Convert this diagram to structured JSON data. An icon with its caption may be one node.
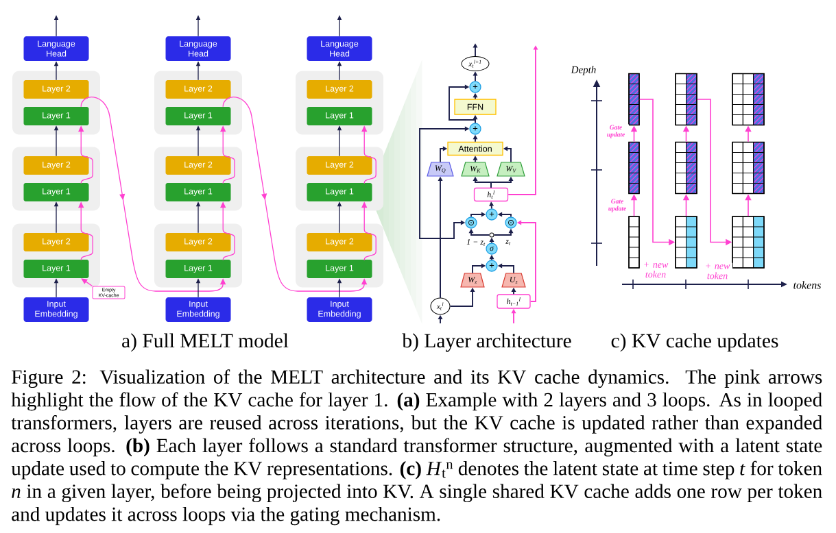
{
  "diagram": {
    "caption": "Figure 2: Visualization of the MELT architecture and its KV cache dynamics. The pink arrows highlight the flow of the KV cache for layer 1. **(a)** Example with 2 layers and 3 loops. As in looped transformers, layers are reused across iterations, but the KV cache is updated rather than expanded across loops. **(b)** Each layer follows a standard transformer structure, augmented with a latent state update used to compute the KV representations. **(c)** *H*$_{t}$$^{n}$ denotes the latent state at time step *t* for token *n* in a given layer, before being projected into KV. A single shared KV cache adds one row per token and updates it across loops via the gating mechanism.",
    "nodes": [
      {
        "text": [
          "Language Head"
        ]
      },
      {
        "text": [],
        "shape": "box"
      },
      {
        "text": [
          "Layer 2"
        ],
        "in": 1
      },
      {
        "text": [
          "Layer 1"
        ],
        "in": 1
      },
      {
        "text": [],
        "shape": "box"
      },
      {
        "text": [
          "Layer 2"
        ],
        "in": 4
      },
      {
        "text": [
          "Layer 1"
        ],
        "in": 4
      },
      {
        "text": [],
        "shape": "box"
      },
      {
        "text": [
          "Layer 2"
        ],
        "in": 7
      },
      {
        "text": [
          "Layer 1"
        ],
        "in": 7
      },
      {
        "text": [
          "Input Embedding"
        ]
      },
      {
        "text": [
          "Empty KV-cache"
        ]
      },
      {
        "text": [
          "Language Head"
        ]
      },
      {
        "text": [],
        "shape": "box"
      },
      {
        "text": [
          "Layer 2"
        ],
        "in": 13
      },
      {
        "text": [
          "Layer 1"
        ],
        "in": 13
      },
      {
        "text": [],
        "shape": "box"
      },
      {
        "text": [
          "Layer 2"
        ],
        "in": 16
      },
      {
        "text": [
          "Layer 1"
        ],
        "in": 16
      },
      {
        "text": [],
        "shape": "box"
      },
      {
        "text": [
          "Layer 2"
        ],
        "in": 19
      },
      {
        "text": [
          "Layer 1"
        ],
        "in": 19
      },
      {
        "text": [
          "Input Embedding"
        ]
      },
      {
        "text": [
          "Language Head"
        ]
      },
      {
        "text": [],
        "shape": "box"
      },
      {
        "text": [
          "Layer 2"
        ],
        "in": 24
      },
      {
        "text": [
          "Layer 1"
        ],
        "in": 24
      },
      {
        "text": [],
        "shape": "box"
      },
      {
        "text": [
          "Layer 2"
        ],
        "in": 27
      },
      {
        "text": [
          "Layer 1"
        ],
        "in": 27
      },
      {
        "text": [],
        "shape": "box"
      },
      {
        "text": [
          "Layer 2"
        ],
        "in": 30
      },
      {
        "text": [
          "Layer 1"
        ],
        "in": 30
      },
      {
        "text": [
          "Input Embedding"
        ]
      },
      {
        "text": [
          "x$_{t}$$^{l+1}$"
        ]
      },
      {
        "text": [
          "+"
        ]
      },
      {
        "text": [
          "FFN"
        ]
      },
      {
        "text": [
          "+"
        ]
      },
      {
        "text": [
          "Attention"
        ]
      },
      {
        "text": [
          "W$_{Q}$"
        ]
      },
      {
        "text": [
          "W$_{K}$"
        ]
      },
      {
        "text": [
          "W$_{V}$"
        ]
      },
      {
        "text": [
          "h$_{t}$$^{l}$"
        ]
      },
      {
        "text": [
          "+"
        ]
      },
      {
        "text": [
          "⊙"
        ]
      },
      {
        "text": [
          "⊙"
        ]
      },
      {
        "text": [],
        "shape": "circle"
      },
      {
        "text": [
          "σ"
        ]
      },
      {
        "text": [
          "+"
        ]
      },
      {
        "text": [
          "W$_{z}$"
        ]
      },
      {
        "text": [
          "U$_{z}$"
        ]
      },
      {
        "text": [
          "x$_{t}$$^{l}$"
        ]
      },
      {
        "text": [
          "h$_{t−1}$$^{l}$"
        ]
      },
      {
        "text": [],
        "shape": "grid"
      },
      {
        "text": [],
        "shape": "grid"
      },
      {
        "text": [],
        "shape": "grid"
      },
      {
        "text": [],
        "shape": "grid"
      },
      {
        "text": [],
        "shape": "grid"
      },
      {
        "text": [],
        "shape": "grid"
      },
      {
        "text": [],
        "shape": "grid"
      },
      {
        "text": [],
        "shape": "grid"
      },
      {
        "text": [],
        "shape": "grid"
      }
    ],
    "edges": [
      {
        "from": 10,
        "to": 9,
        "arrow": "to"
      },
      {
        "from": 8,
        "to": 6,
        "arrow": "to"
      },
      {
        "from": 5,
        "to": 3,
        "arrow": "to"
      },
      {
        "from": 2,
        "to": 0,
        "arrow": "to"
      },
      {
        "from": 0,
        "to": null,
        "arrow": "to"
      },
      {
        "from": 11,
        "to": 9,
        "arrow": "to",
        "color": "#ff40d0"
      },
      {
        "from": 9,
        "to": 6,
        "arrow": "to",
        "color": "#ff40d0"
      },
      {
        "from": 6,
        "to": 3,
        "arrow": "to",
        "color": "#ff40d0"
      },
      {
        "from": 3,
        "to": 21,
        "arrow": "to",
        "color": "#ff40d0"
      },
      {
        "from": 22,
        "to": 21,
        "arrow": "to"
      },
      {
        "from": 20,
        "to": 18,
        "arrow": "to"
      },
      {
        "from": 17,
        "to": 15,
        "arrow": "to"
      },
      {
        "from": 14,
        "to": 12,
        "arrow": "to"
      },
      {
        "from": 12,
        "to": null,
        "arrow": "to"
      },
      {
        "from": 21,
        "to": 18,
        "arrow": "to",
        "color": "#ff40d0"
      },
      {
        "from": 18,
        "to": 15,
        "arrow": "to",
        "color": "#ff40d0"
      },
      {
        "from": 15,
        "to": 32,
        "arrow": "to",
        "color": "#ff40d0"
      },
      {
        "from": 33,
        "to": 32,
        "arrow": "to"
      },
      {
        "from": 31,
        "to": 29,
        "arrow": "to"
      },
      {
        "from": 28,
        "to": 26,
        "arrow": "to"
      },
      {
        "from": 25,
        "to": 23,
        "arrow": "to"
      },
      {
        "from": 23,
        "to": null,
        "arrow": "to"
      },
      {
        "from": 32,
        "to": 29,
        "arrow": "to",
        "color": "#ff40d0"
      },
      {
        "from": 29,
        "to": 26,
        "arrow": "to",
        "color": "#ff40d0"
      },
      {
        "from": null,
        "to": 51,
        "arrow": "to"
      },
      {
        "from": 51,
        "to": 39,
        "arrow": "to"
      },
      {
        "from": 51,
        "to": 49,
        "arrow": "to"
      },
      {
        "from": 51,
        "to": 37,
        "arrow": "to"
      },
      {
        "from": 51,
        "to": 44,
        "arrow": "to"
      },
      {
        "from": null,
        "to": 52,
        "arrow": "to",
        "color": "#ff40d0"
      },
      {
        "from": 52,
        "to": 50,
        "arrow": "to"
      },
      {
        "from": 52,
        "to": 45,
        "arrow": "to",
        "color": "#ff40d0"
      },
      {
        "from": 49,
        "to": 48,
        "arrow": "to"
      },
      {
        "from": 50,
        "to": 48,
        "arrow": "to"
      },
      {
        "from": 48,
        "to": 47,
        "arrow": "to"
      },
      {
        "from": 47,
        "to": 46,
        "arrow": "to"
      },
      {
        "from": 46,
        "to": 44,
        "arrow": "to",
        "label": "1 − z$_{t}$"
      },
      {
        "from": 46,
        "to": 45,
        "arrow": "to",
        "label": "z$_{t}$"
      },
      {
        "from": 44,
        "to": 43,
        "arrow": "to"
      },
      {
        "from": 45,
        "to": 43,
        "arrow": "to"
      },
      {
        "from": 43,
        "to": 42,
        "arrow": "to"
      },
      {
        "from": 42,
        "to": 40,
        "arrow": "to"
      },
      {
        "from": 42,
        "to": 41,
        "arrow": "to"
      },
      {
        "from": 42,
        "to": null,
        "arrow": "to",
        "color": "#ff40d0"
      },
      {
        "from": 39,
        "to": 38,
        "arrow": "to"
      },
      {
        "from": 40,
        "to": 38,
        "arrow": "to"
      },
      {
        "from": 41,
        "to": 38,
        "arrow": "to"
      },
      {
        "from": 38,
        "to": 37,
        "arrow": "to"
      },
      {
        "from": 37,
        "to": 36,
        "arrow": "to"
      },
      {
        "from": 37,
        "to": 35,
        "arrow": "to"
      },
      {
        "from": 36,
        "to": 35,
        "arrow": "to"
      },
      {
        "from": 35,
        "to": 34,
        "arrow": "to"
      },
      {
        "from": 34,
        "to": null,
        "arrow": "to"
      },
      {
        "from": 59,
        "to": 56,
        "arrow": "to",
        "label": "Gate update",
        "color": "#ff40d0"
      },
      {
        "from": 56,
        "to": 53,
        "arrow": "to",
        "label": "Gate update",
        "color": "#ff40d0"
      },
      {
        "from": 60,
        "to": 57,
        "arrow": "to",
        "color": "#ff40d0"
      },
      {
        "from": 57,
        "to": 54,
        "arrow": "to",
        "color": "#ff40d0"
      },
      {
        "from": 61,
        "to": 58,
        "arrow": "to",
        "color": "#ff40d0"
      },
      {
        "from": 58,
        "to": 55,
        "arrow": "to",
        "color": "#ff40d0"
      },
      {
        "from": 53,
        "to": 60,
        "arrow": "to",
        "label": "+ new token",
        "color": "#ff40d0"
      },
      {
        "from": 54,
        "to": 61,
        "arrow": "to",
        "label": "+ new token",
        "color": "#ff40d0"
      }
    ],
    "labels": [
      "Depth",
      "tokens",
      "a) Full MELT model",
      "b) Layer architecture",
      "c) KV cache updates"
    ]
  }
}
